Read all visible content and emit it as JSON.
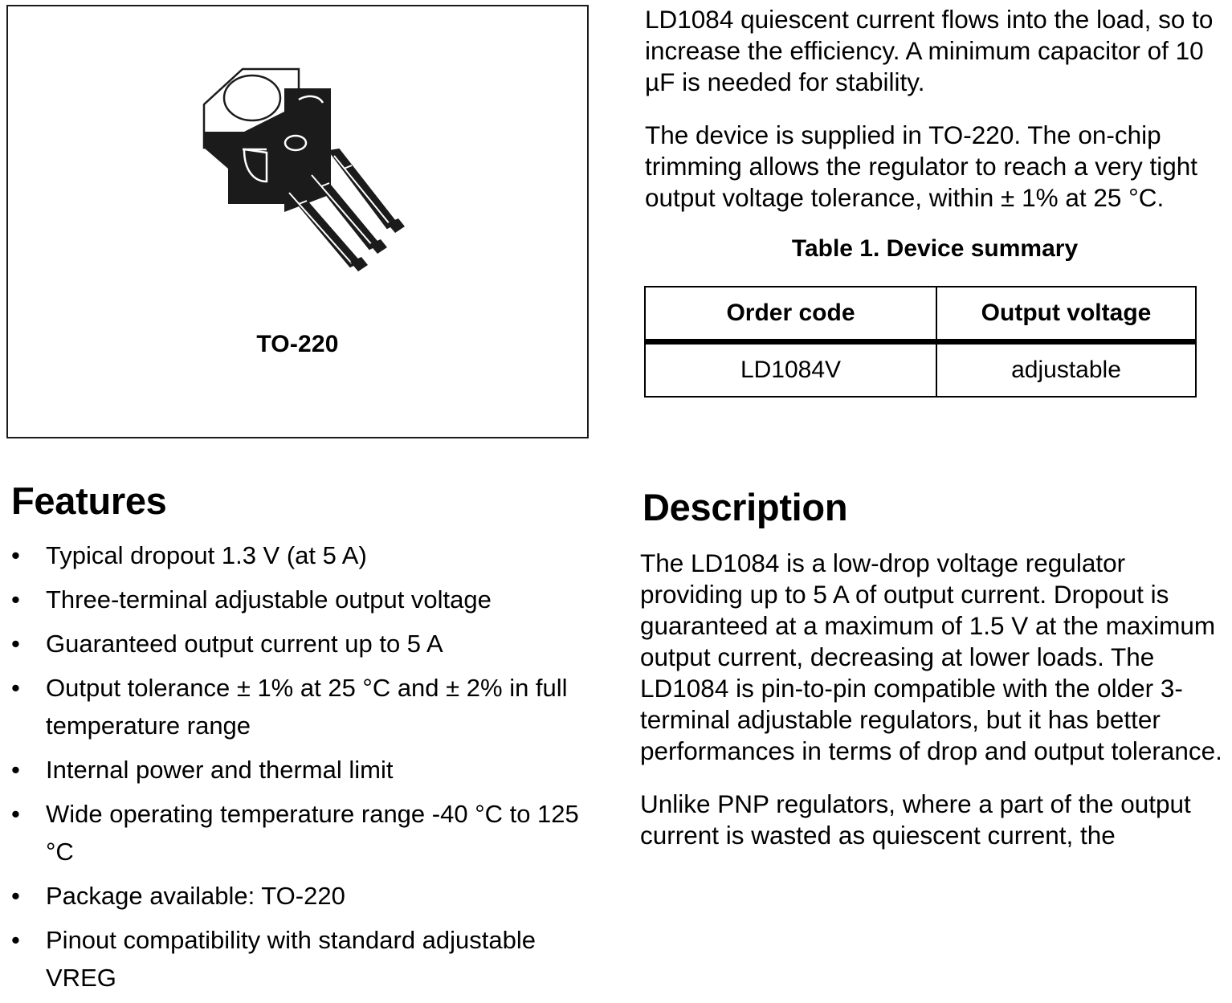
{
  "package_figure": {
    "caption": "TO-220",
    "icon": "to-220-package-drawing"
  },
  "intro": {
    "paragraphs": [
      "LD1084 quiescent current flows into the load, so to increase the efficiency. A minimum capacitor of 10 µF is needed for stability.",
      "The device is supplied in TO-220. The on-chip trimming allows the regulator to reach a very tight output voltage tolerance, within ± 1% at 25 °C."
    ]
  },
  "table": {
    "caption": "Table 1. Device summary",
    "headers": [
      "Order code",
      "Output voltage"
    ],
    "rows": [
      [
        "LD1084V",
        "adjustable"
      ]
    ]
  },
  "features": {
    "heading": "Features",
    "bullet_glyph": "•",
    "items": [
      "Typical dropout 1.3 V (at 5 A)",
      "Three-terminal adjustable output voltage",
      "Guaranteed output current up to 5 A",
      "Output tolerance ± 1% at 25 °C and ± 2% in full temperature range",
      "Internal power and thermal limit",
      "Wide operating temperature range -40 °C to 125 °C",
      "Package available: TO-220",
      "Pinout compatibility with standard adjustable VREG"
    ]
  },
  "description": {
    "heading": "Description",
    "paragraphs": [
      "The LD1084 is a low-drop voltage regulator providing up to 5 A of output current. Dropout is guaranteed at a maximum of 1.5 V at the maximum output current, decreasing at lower loads. The LD1084 is pin-to-pin compatible with the older 3-terminal adjustable regulators, but it has better performances in terms of drop and output tolerance.",
      "Unlike PNP regulators, where a part of the output current is wasted as quiescent current, the"
    ]
  },
  "colors": {
    "text": "#000000",
    "border": "#1b1b1b",
    "page_background": "#ffffff"
  }
}
